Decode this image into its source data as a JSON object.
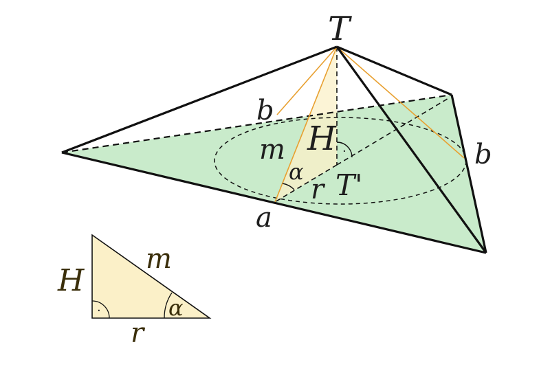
{
  "diagram": {
    "labels": {
      "apex": "T",
      "height": "H",
      "slant_height": "m",
      "base_edge_a": "a",
      "base_edge_b_left": "b",
      "base_edge_b_right": "b",
      "angle": "α",
      "inradius": "r",
      "foot_point": "T'",
      "right_angle_mark": "·"
    },
    "inset_triangle": {
      "height_label": "H",
      "hypotenuse_label": "m",
      "base_label": "r",
      "angle_label": "α",
      "right_angle_mark": "·"
    },
    "colors": {
      "base_fill": "#c9ebcb",
      "triangle_fill": "#fbf0c8",
      "edge": "#111111",
      "orange_line": "#e8a030"
    }
  }
}
